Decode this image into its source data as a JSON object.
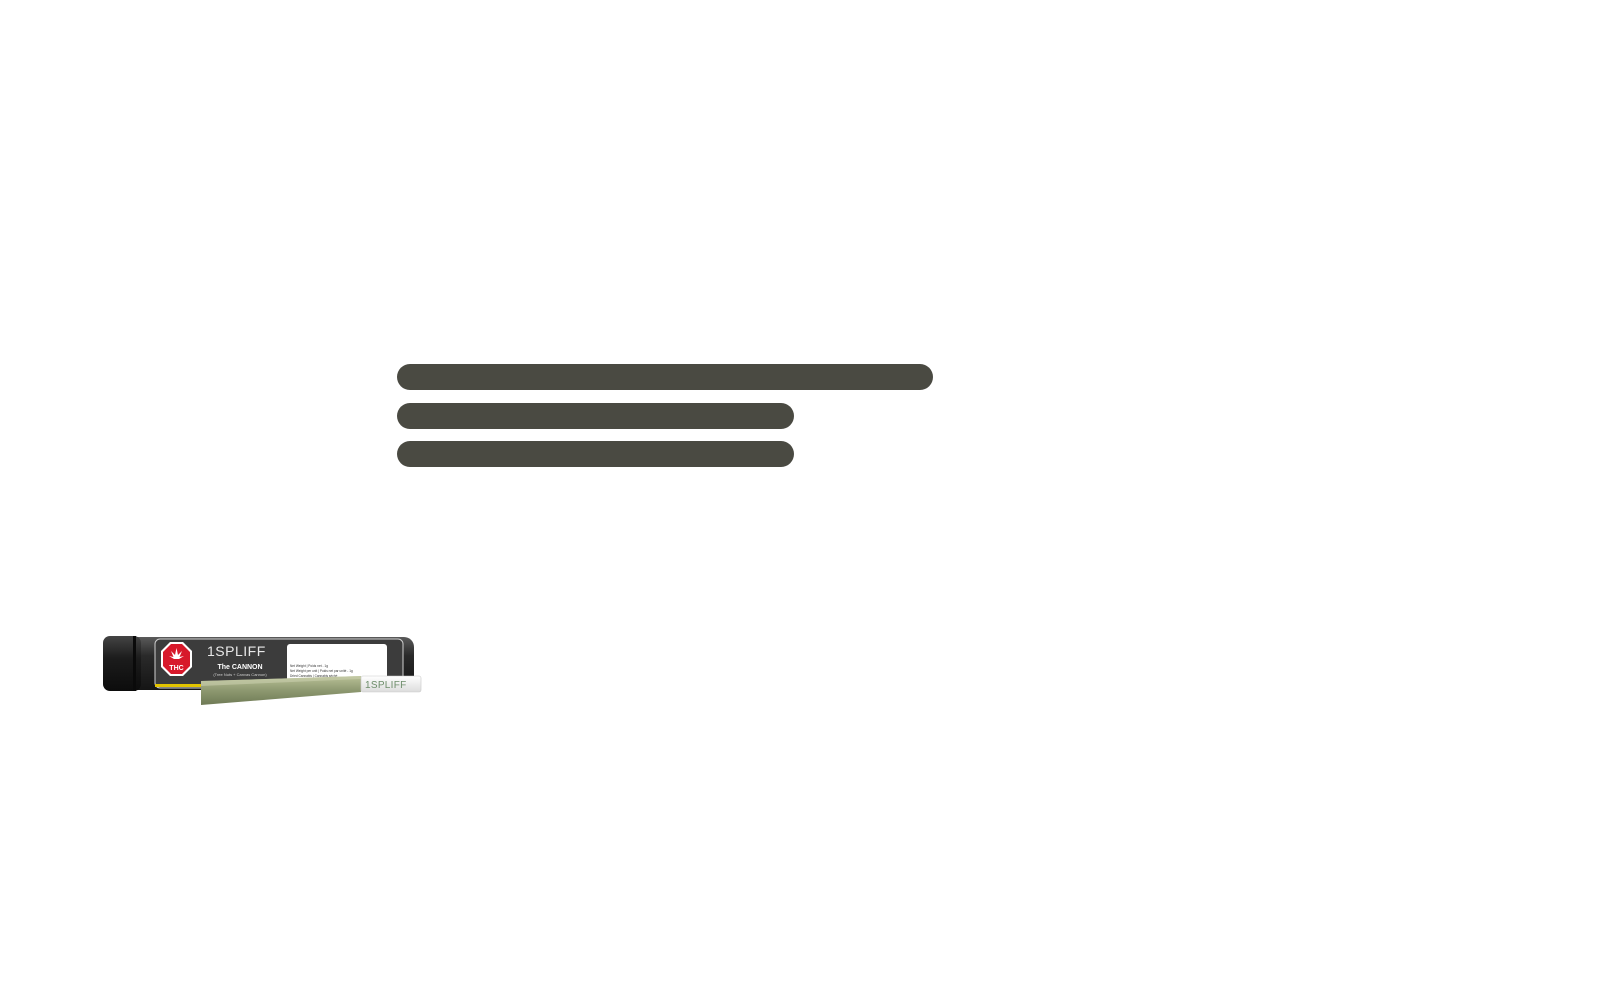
{
  "placeholder": {
    "lines": 3
  },
  "product": {
    "brand": "1SPLIFF",
    "name": "The CANNON",
    "subtitle": "(Tree Nuts + Canvas Cannon)",
    "warning_badge": "THC",
    "net_weight_line": "Net Weight | Poids net - 1g",
    "unit_weight_line": "Net Weight per unit | Poids net par unité - 1g",
    "category_line": "Dried Cannabis | Cannabis séché",
    "pre_roll_brand": "1SPLIFF"
  },
  "colors": {
    "placeholder_bar": "#4a4a42",
    "tube": "#2b2b2b",
    "label": "#3a3a3a",
    "badge_red": "#d7192b",
    "brand_green": "#2f9e3a",
    "brand_yellow": "#f2c200",
    "brand_red": "#e0342f",
    "pre_roll_paper": "#9da87d"
  },
  "icons": {
    "warning": "thc-warning-stop-sign-icon",
    "leaf": "cannabis-leaf-icon"
  }
}
